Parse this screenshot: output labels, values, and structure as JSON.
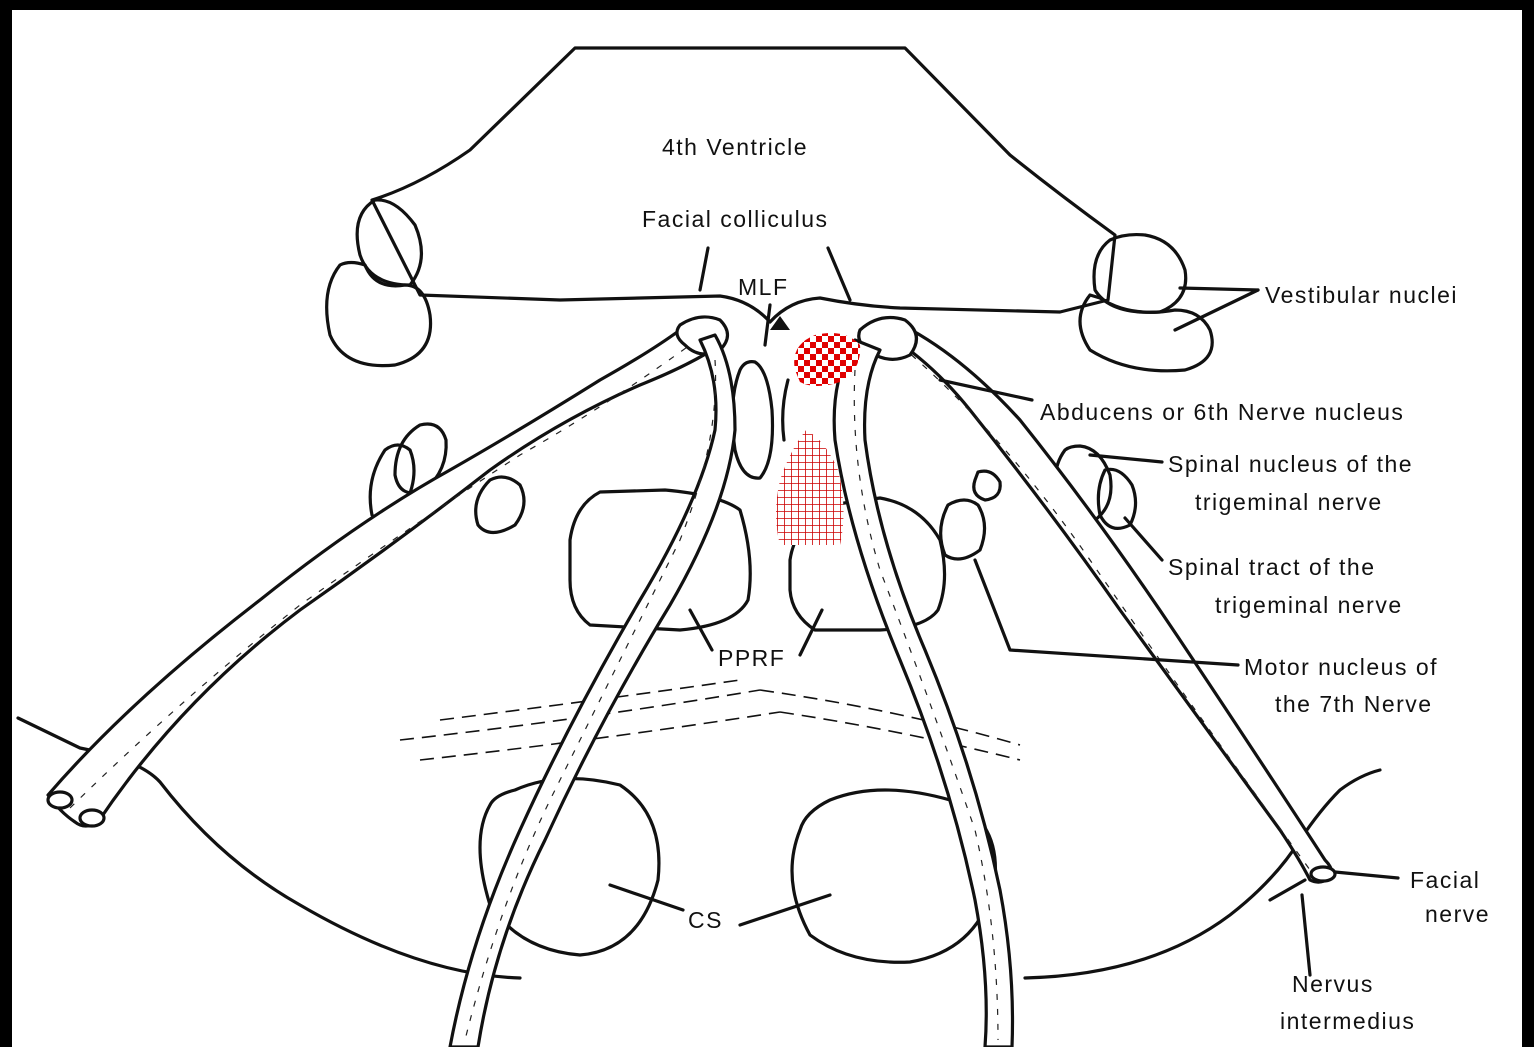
{
  "labels": {
    "fourth_ventricle": "4th Ventricle",
    "facial_colliculus": "Facial colliculus",
    "mlf": "MLF",
    "vestibular_nuclei": "Vestibular nuclei",
    "abducens_nucleus": "Abducens or 6th Nerve nucleus",
    "spinal_nucleus_l1": "Spinal nucleus of the",
    "spinal_nucleus_l2": "trigeminal nerve",
    "spinal_tract_l1": "Spinal tract of the",
    "spinal_tract_l2": "trigeminal nerve",
    "pprf": "PPRF",
    "motor_nucleus_l1": "Motor nucleus of",
    "motor_nucleus_l2": "the 7th Nerve",
    "cs": "CS",
    "facial_nerve_l1": "Facial",
    "facial_nerve_l2": "nerve",
    "nervus_intermedius_l1": "Nervus",
    "nervus_intermedius_l2": "intermedius"
  },
  "highlights": {
    "checker_color": "#e00000",
    "grid_color": "#cc0000"
  }
}
